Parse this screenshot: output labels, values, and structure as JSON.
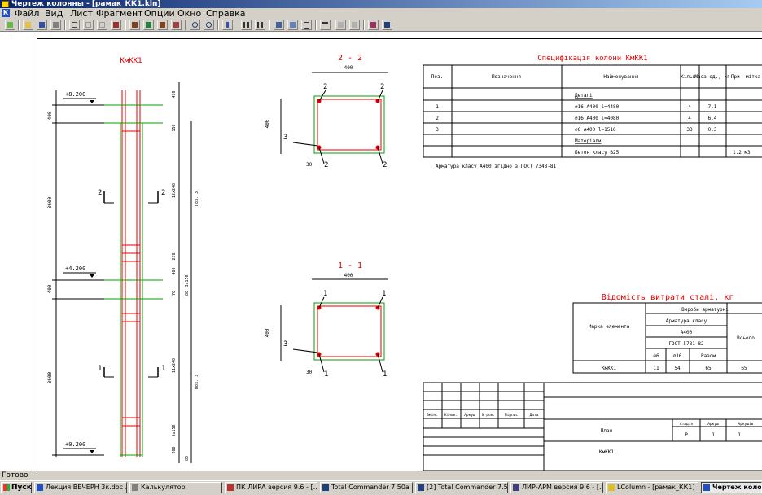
{
  "window": {
    "title": "Чертеж колонны - [рамак_КК1.kln]"
  },
  "menu": [
    "Файл",
    "Вид",
    "Лист",
    "Фрагмент",
    "Опции",
    "Окно",
    "Справка"
  ],
  "status": {
    "text": "Готово"
  },
  "taskbar": {
    "start_label": "Пуск",
    "tasks": [
      "Лекция ВЕЧЕРН 3к.doc ...",
      "Калькулятор",
      "ПК ЛИРА версия 9.6 - [...",
      "Total Commander 7.50a ...",
      "[2] Total Commander 7.5...",
      "ЛИР-АРМ версия 9.6 - [...",
      "LColumn - [рамак_КК1]",
      "Чертеж колон"
    ]
  },
  "drawing": {
    "column": {
      "title": "КмКК1",
      "levels": [
        "+8.200",
        "+4.200",
        "+0.200"
      ],
      "left_dims": [
        "400",
        "3600",
        "400",
        "3600"
      ],
      "right_dims": [
        "470",
        "150",
        "12x240",
        "270",
        "400",
        "3x150",
        "70",
        "80",
        "11x240",
        "5x150",
        "200",
        "80"
      ],
      "pos_labels": [
        "Поз. 3",
        "Поз. 3"
      ],
      "section_marks": [
        "2",
        "2",
        "1",
        "1"
      ]
    },
    "section_22": {
      "title": "2 - 2",
      "width_dim": "400",
      "height_dim": "400",
      "pos_top_left": "2",
      "pos_top_right": "2",
      "pos_side": "3",
      "pos_bottom_left": "2",
      "pos_bottom_right": "2",
      "cover_dim": "30"
    },
    "section_11": {
      "title": "1 - 1",
      "width_dim": "400",
      "height_dim": "400",
      "pos_top_left": "1",
      "pos_top_right": "1",
      "pos_side": "3",
      "pos_bottom_left": "1",
      "pos_bottom_right": "1",
      "cover_dim": "30"
    },
    "spec": {
      "title": "Специфікація колони КмКК1",
      "headers": [
        "Поз.",
        "Позначення",
        "Найменування",
        "Кільк.",
        "Маса од., кг",
        "При- мітка"
      ],
      "section_details": "Деталі",
      "rows": [
        {
          "pos": "1",
          "name": "⌀16 A400 l=4480",
          "qty": "4",
          "mass": "7.1",
          "note": ""
        },
        {
          "pos": "2",
          "name": "⌀16 A400 l=4080",
          "qty": "4",
          "mass": "6.4",
          "note": ""
        },
        {
          "pos": "3",
          "name": "⌀6 A400 l=1510",
          "qty": "33",
          "mass": "0.3",
          "note": ""
        }
      ],
      "section_materials": "Матеріали",
      "material_row": {
        "name": "Бетон класу В25",
        "note": "1.2 м3"
      },
      "footnote": "Арматура класу А400 згідно з ГОСТ 7348-81"
    },
    "steel": {
      "title": "Відомість витрати сталі, кг",
      "h_mark": "Марка елемента",
      "h_products": "Вироби арматурні",
      "h_class": "Арматура класу",
      "h_a400": "A400",
      "h_gost": "ГОСТ 5781-82",
      "h_d6": "⌀6",
      "h_d16": "⌀16",
      "h_total_row": "Разом",
      "h_total": "Всього",
      "row": {
        "mark": "КмКК1",
        "d6": "11",
        "d16": "54",
        "sum": "65",
        "total": "65"
      }
    },
    "stamp": {
      "headers": [
        "Змін.",
        "Кільк.",
        "Аркуш",
        "N док.",
        "Підпис",
        "Дата"
      ],
      "stage_h": "Стадія",
      "sheet_h": "Аркуш",
      "sheets_h": "Аркушів",
      "stage": "Р",
      "sheet": "1",
      "sheets": "1",
      "plan": "План",
      "mark": "КмКК1"
    }
  },
  "colors": {
    "title_red": "#e00000",
    "rebar_green": "#00a000",
    "rebar_red": "#e00000"
  }
}
